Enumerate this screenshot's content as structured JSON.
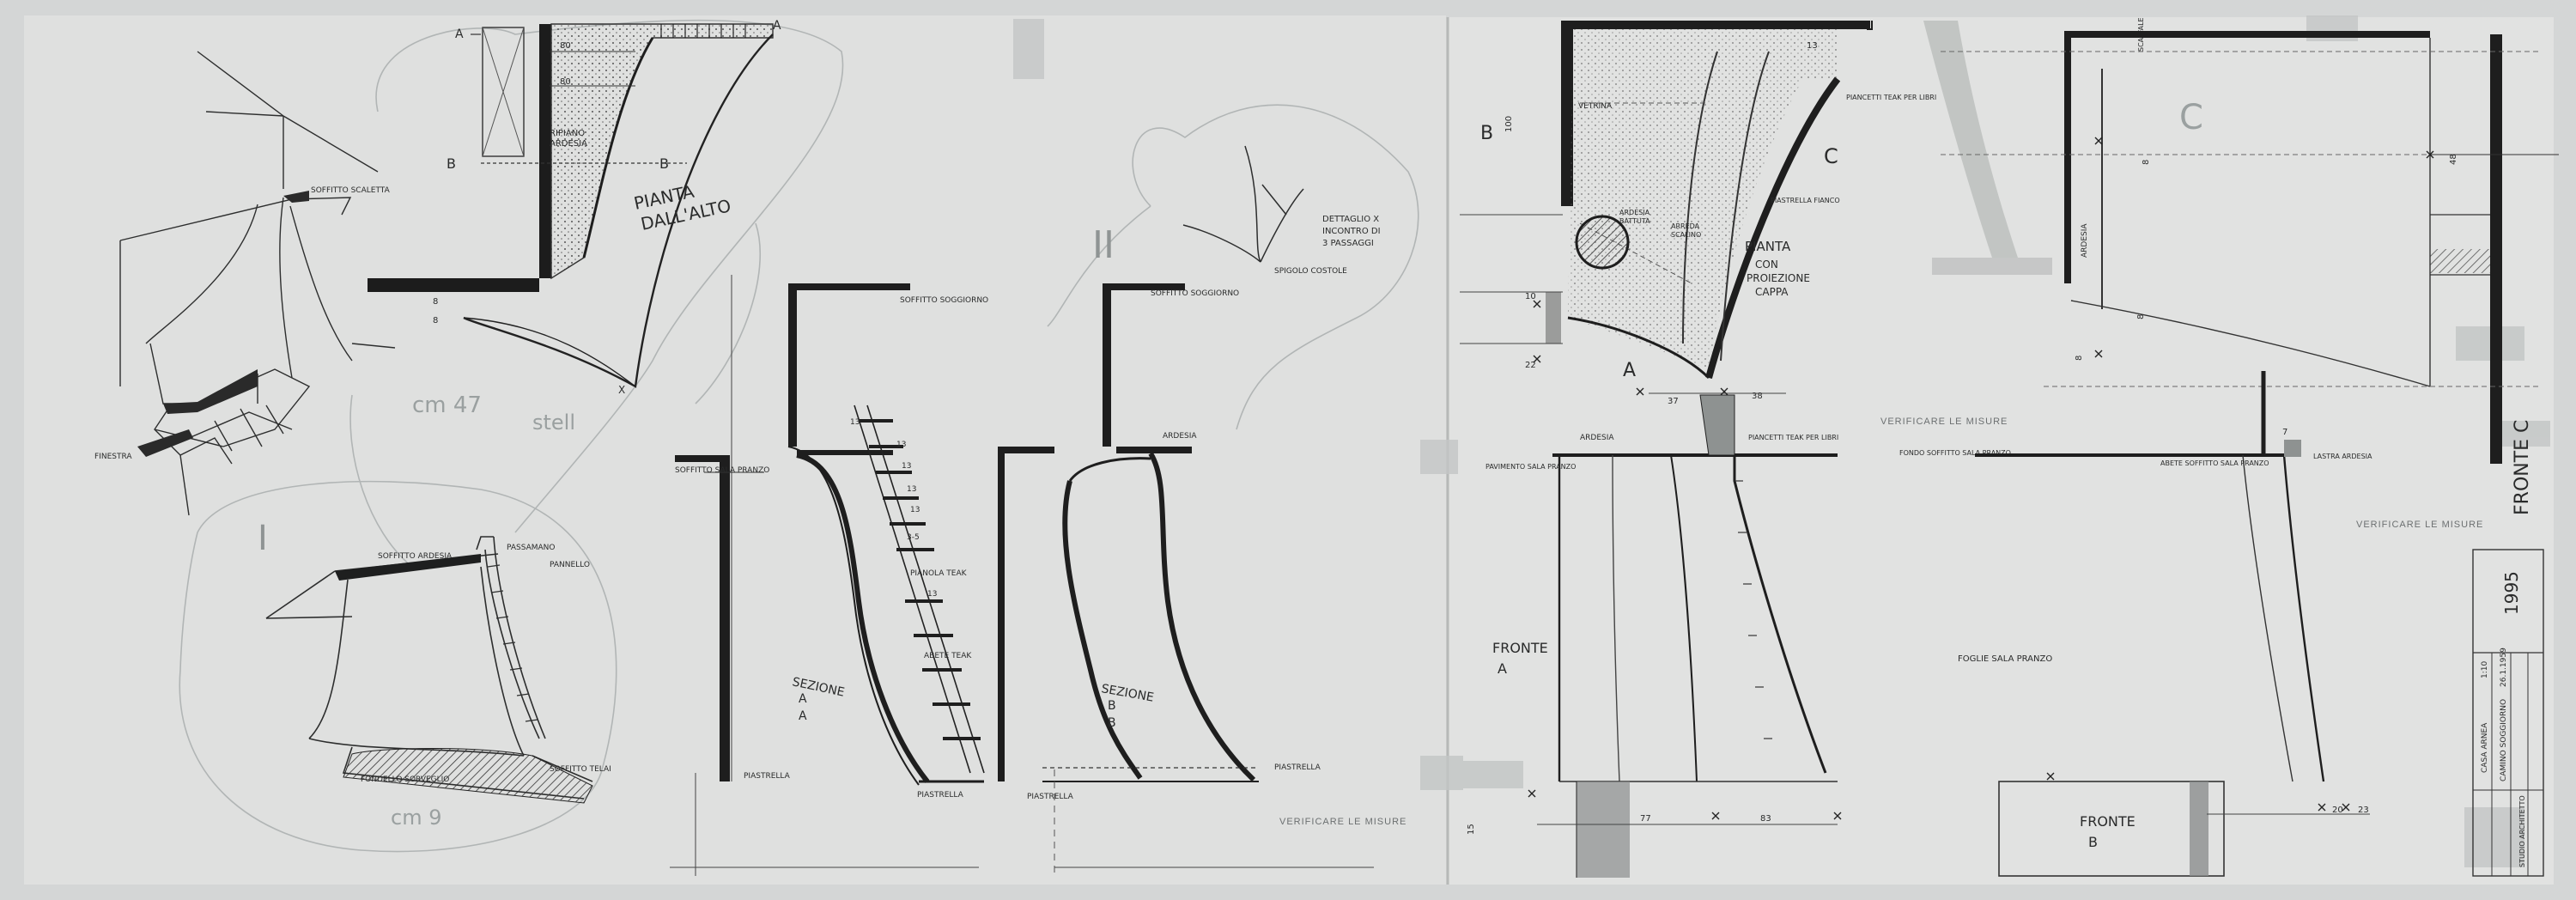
{
  "sheet": {
    "number": "1995",
    "verify_notes": [
      "VERIFICARE LE MISURE",
      "VERIFICARE LE MISURE",
      "VERIFICARE LE MISURE"
    ]
  },
  "sketches": {
    "perspective_top_labels": [
      "SOFFITTO SCALETTA",
      "FINESTRA"
    ],
    "perspective_bottom_labels": [
      "SOFFITTO ARDESIA",
      "PASSAMANO",
      "SOFFITTO TELAI",
      "FONDELLO SORVEGLIO",
      "PANNELLO"
    ],
    "numeral_1": "I",
    "numeral_2": "II",
    "pencil_notes": [
      "cm 47",
      "stell",
      "cm 9"
    ],
    "detail_x_label": [
      "DETTAGLIO X",
      "INCONTRO DI",
      "3 PASSAGGI"
    ],
    "detail_x_sub": "SPIGOLO COSTOLE"
  },
  "plan_left": {
    "title": [
      "PIANTA",
      "DALL'ALTO"
    ],
    "labels": [
      "RIPIANO",
      "ARDESIA"
    ],
    "section_marks": [
      "A",
      "A",
      "B",
      "B",
      "X"
    ],
    "dims": [
      "80",
      "80",
      "8",
      "8"
    ]
  },
  "section_aa": {
    "title": [
      "SEZIONE",
      "A",
      "A"
    ],
    "labels": [
      "SOFFITTO SOGGIORNO",
      "SOFFITTO SALA PRANZO",
      "PIASTRELLA",
      "PIASTRELLA",
      "PIANOLA TEAK",
      "ABETE TEAK",
      "3-5"
    ],
    "steps": [
      "13",
      "13",
      "13",
      "13",
      "13",
      "13"
    ]
  },
  "section_bb": {
    "title": [
      "SEZIONE",
      "B",
      "B"
    ],
    "labels": [
      "SOFFITTO SOGGIORNO",
      "ARDESIA",
      "PIASTRELLA",
      "PIASTRELLA"
    ]
  },
  "plan_right": {
    "title": [
      "PIANTA",
      "CON",
      "PROIEZIONE",
      "CAPPA"
    ],
    "labels": [
      "VETRINA",
      "ARDESIA",
      "BATTUTA",
      "ARREDA",
      "SCALINO",
      "PIASTRELLA FIANCO",
      "PIANCETTI TEAK PER LIBRI",
      "ARDESIA",
      "PIANCETTI TEAK PER LIBRI",
      "SCAFFALE",
      "ARDESIA"
    ],
    "marks": [
      "B",
      "A",
      "C",
      "C"
    ],
    "dims": [
      "100",
      "37",
      "38",
      "13",
      "10",
      "22",
      "8",
      "8",
      "8",
      "48"
    ]
  },
  "front_a": {
    "title": [
      "FRONTE",
      "A"
    ],
    "labels": [
      "PAVIMENTO SALA PRANZO",
      "FONDO SOFFITTO SALA PRANZO",
      "FOGLIE SALA PRANZO"
    ],
    "dims": [
      "15",
      "77",
      "83"
    ]
  },
  "front_b": {
    "title": [
      "FRONTE",
      "B"
    ],
    "labels": [
      "ABETE SOFFITTO SALA PRANZO",
      "LASTRA ARDESIA"
    ],
    "dims": [
      "20",
      "23",
      "7"
    ]
  },
  "front_c": {
    "title": "FRONTE C"
  },
  "title_block": {
    "fields": [
      "CASA ARNEA",
      "CAMINO SOGGIORNO",
      "1:10",
      "26.1.1959",
      "STUDIO ARCHITETTO"
    ]
  }
}
